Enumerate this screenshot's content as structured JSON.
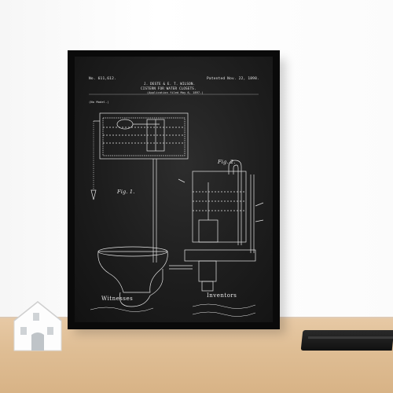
{
  "poster": {
    "patent_no": "No. 611,612.",
    "patented": "Patented Nov. 22, 1898.",
    "inventors_title": "J. DESTE & E. T. WILSON.",
    "title": "CISTERN FOR WATER CLOSETS.",
    "application_line": "(Application filed May 6, 1897.)",
    "model_note": "(No Model.)",
    "fig1": "Fig. 1.",
    "fig2": "Fig. 2.",
    "witnesses_label": "Witnesses",
    "inventors_label": "Inventors"
  }
}
